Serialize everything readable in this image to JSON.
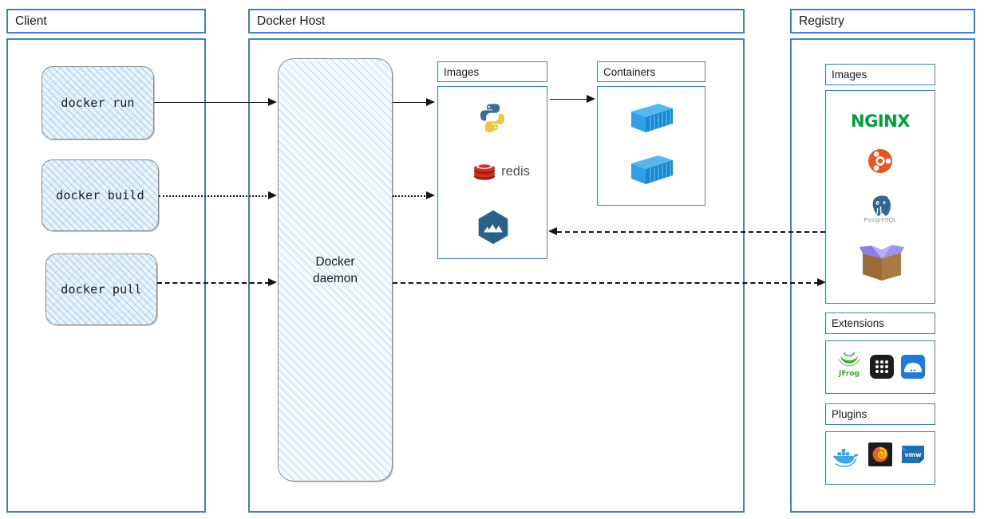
{
  "panels": {
    "client": {
      "title": "Client"
    },
    "docker_host": {
      "title": "Docker Host"
    },
    "registry": {
      "title": "Registry"
    }
  },
  "client": {
    "commands": [
      {
        "label": "docker run",
        "line_style": "solid"
      },
      {
        "label": "docker build",
        "line_style": "dotted"
      },
      {
        "label": "docker pull",
        "line_style": "dashed"
      }
    ]
  },
  "docker_host": {
    "daemon": {
      "label": "Docker\ndaemon"
    },
    "images": {
      "title": "Images",
      "icons": [
        {
          "name": "python-icon",
          "label": "python"
        },
        {
          "name": "redis-icon",
          "label": "redis"
        },
        {
          "name": "alpine-icon",
          "label": "alpine"
        }
      ]
    },
    "containers": {
      "title": "Containers",
      "icons": [
        {
          "name": "container-icon",
          "label": "container"
        },
        {
          "name": "container-icon",
          "label": "container"
        }
      ]
    }
  },
  "registry": {
    "images": {
      "title": "Images",
      "icons": [
        {
          "name": "nginx-icon",
          "label": "NGINX"
        },
        {
          "name": "ubuntu-icon",
          "label": "ubuntu"
        },
        {
          "name": "postgresql-icon",
          "label": "PostgreSQL"
        },
        {
          "name": "package-box-icon",
          "label": "package"
        }
      ]
    },
    "extensions": {
      "title": "Extensions",
      "icons": [
        {
          "name": "jfrog-icon",
          "label": "JFrog"
        },
        {
          "name": "grid-apps-icon",
          "label": "apps"
        },
        {
          "name": "storage-icon",
          "label": "storage"
        }
      ]
    },
    "plugins": {
      "title": "Plugins",
      "icons": [
        {
          "name": "docker-whale-icon",
          "label": "docker"
        },
        {
          "name": "grafana-icon",
          "label": "grafana"
        },
        {
          "name": "vmware-icon",
          "label": "vmw"
        }
      ]
    }
  },
  "connectors": [
    {
      "name": "run-to-daemon",
      "style": "solid",
      "direction": "right"
    },
    {
      "name": "build-to-daemon",
      "style": "dotted",
      "direction": "right"
    },
    {
      "name": "pull-to-daemon",
      "style": "dashed",
      "direction": "right"
    },
    {
      "name": "daemon-to-images",
      "style": "solid",
      "direction": "right"
    },
    {
      "name": "daemon-to-images-build",
      "style": "dotted",
      "direction": "right"
    },
    {
      "name": "images-to-containers",
      "style": "solid",
      "direction": "right"
    },
    {
      "name": "registry-to-images",
      "style": "dashed",
      "direction": "left"
    },
    {
      "name": "daemon-to-registry",
      "style": "dashed",
      "direction": "right"
    }
  ],
  "colors": {
    "panel_border": "#3a7fd5",
    "sketch_fill": "#e8f3fb",
    "connector": "#141414",
    "nginx_green": "#00a13a",
    "ubuntu_orange": "#e95420",
    "redis_red": "#d82c20",
    "alpine_blue": "#2a6188",
    "container_blue": "#2f9fe8",
    "jfrog_green": "#3aaa35",
    "vmware_blue": "#1d6fb8"
  }
}
